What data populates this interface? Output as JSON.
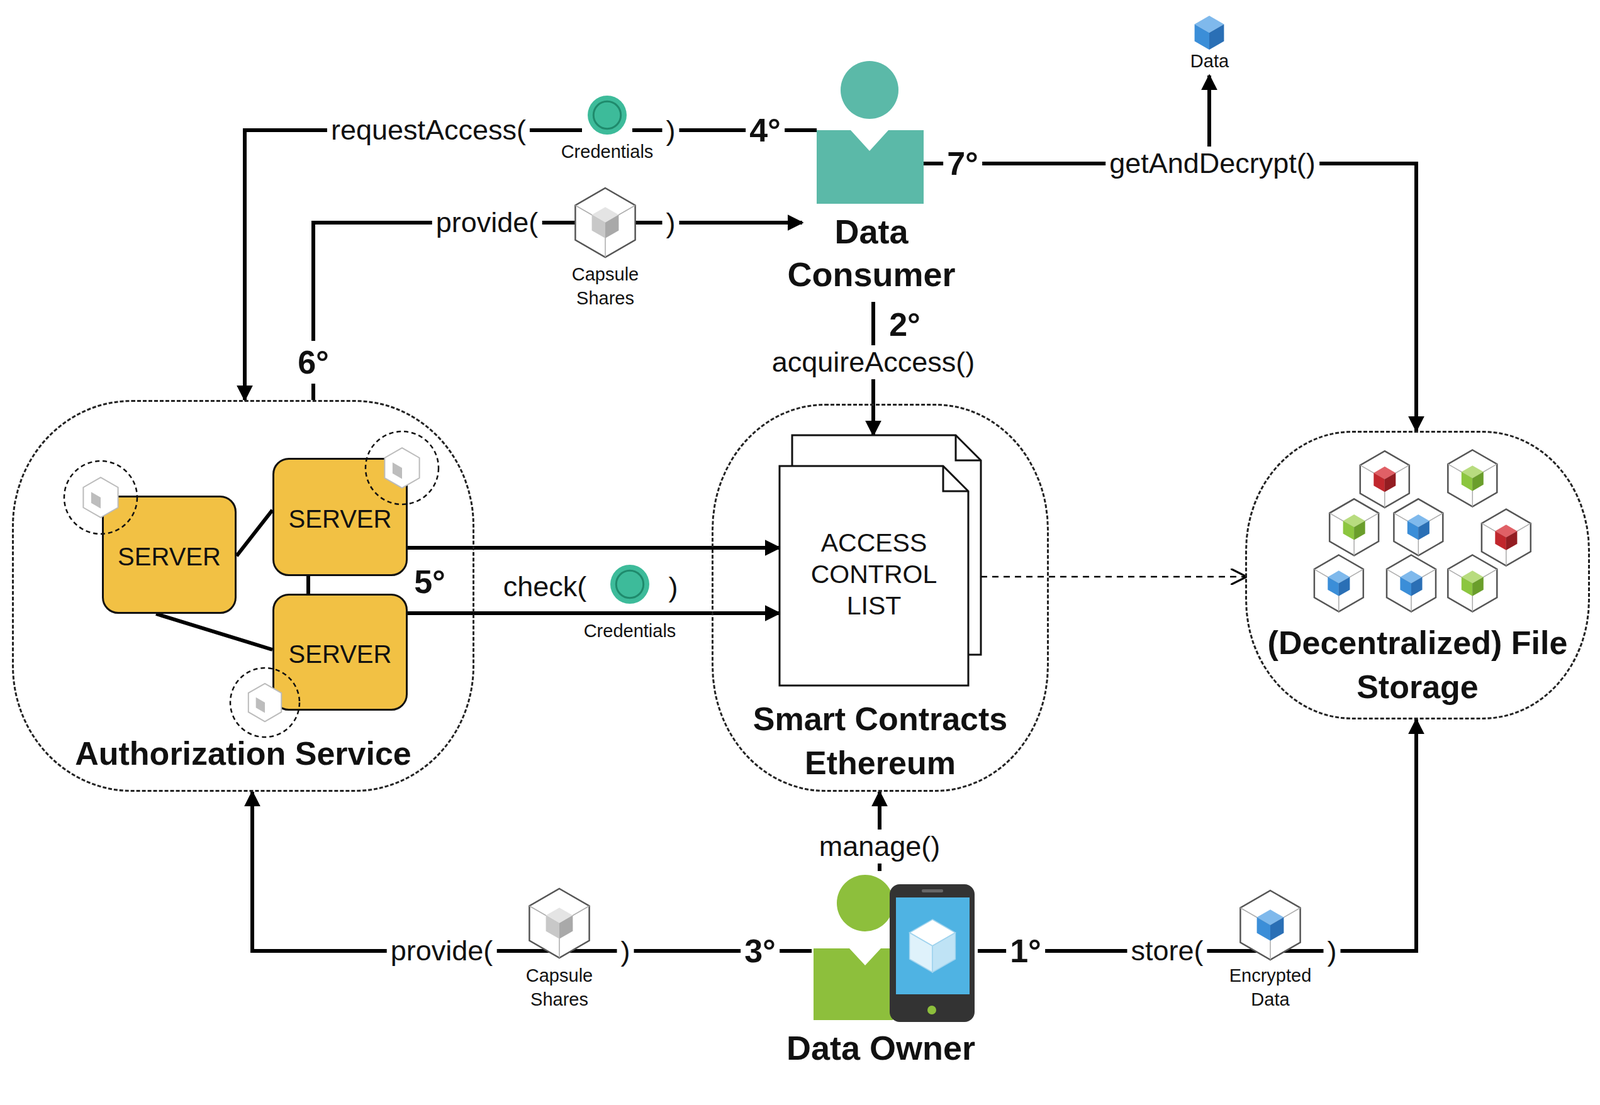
{
  "diagram": {
    "nodes": [
      {
        "text": [
          "Data"
        ]
      },
      {
        "text": [
          "Data Consumer"
        ]
      },
      {
        "text": [
          "Authorization Service"
        ]
      },
      {
        "text": [
          "SERVER"
        ],
        "in": 2
      },
      {
        "text": [
          "SERVER"
        ],
        "in": 2
      },
      {
        "text": [
          "SERVER"
        ],
        "in": 2
      },
      {
        "text": [
          "Smart Contracts Ethereum"
        ]
      },
      {
        "text": [
          "ACCESS CONTROL LIST"
        ],
        "in": 6
      },
      {
        "text": [
          "(Decentralized) File Storage"
        ]
      },
      {
        "text": [
          "Data Owner"
        ]
      }
    ],
    "edges": [
      {
        "from": 1,
        "to": 2,
        "arrow": "to",
        "label": "requestAccess("
      },
      {
        "from": 2,
        "to": 1,
        "arrow": "to",
        "label": "provide("
      },
      {
        "from": 1,
        "to": 7,
        "arrow": "to",
        "label": "acquireAccess()"
      },
      {
        "from": 1,
        "to": 8,
        "arrow": "to",
        "label": "getAndDecrypt()"
      },
      {
        "from": 1,
        "to": 0,
        "arrow": "to"
      },
      {
        "from": 4,
        "to": 7,
        "arrow": "to",
        "label": "check("
      },
      {
        "from": 5,
        "to": 7,
        "arrow": "to"
      },
      {
        "from": 7,
        "to": 8,
        "arrow": "to"
      },
      {
        "from": 3,
        "to": 4,
        "arrow": "none"
      },
      {
        "from": 3,
        "to": 5,
        "arrow": "none"
      },
      {
        "from": 4,
        "to": 5,
        "arrow": "none"
      },
      {
        "from": 9,
        "to": 6,
        "arrow": "to",
        "label": "manage()"
      },
      {
        "from": 9,
        "to": 2,
        "arrow": "to",
        "label": "provide("
      },
      {
        "from": 9,
        "to": 8,
        "arrow": "to",
        "label": "store("
      }
    ],
    "labels": [
      "Credentials",
      ")",
      "4°",
      "Capsule Shares",
      ")",
      "6°",
      "2°",
      "7°",
      "5°",
      "Credentials",
      ")",
      "Capsule Shares",
      ")",
      "3°",
      "1°",
      "Encrypted Data",
      ")"
    ]
  }
}
